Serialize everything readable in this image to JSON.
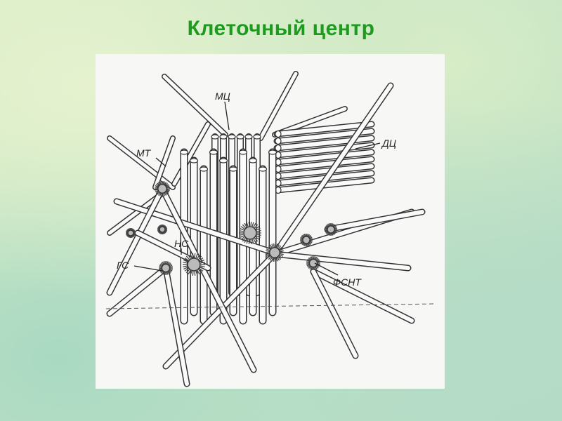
{
  "page": {
    "title": "Клеточный центр"
  },
  "diagram": {
    "labels": {
      "mc": "МЦ",
      "dc": "ДЦ",
      "mt": "МТ",
      "ns": "НС",
      "gs": "ГС",
      "fsnt": "ФСНТ"
    }
  }
}
